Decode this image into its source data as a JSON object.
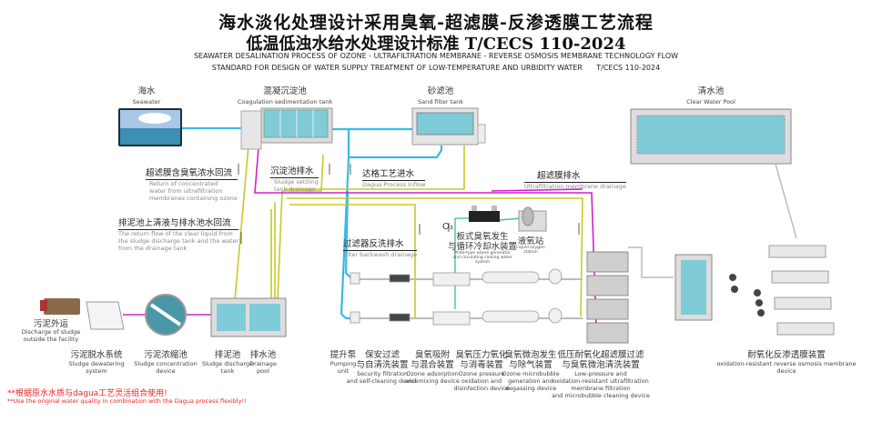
{
  "title": {
    "line1": "海水淡化处理设计采用臭氧-超滤膜-反渗透膜工艺流程",
    "line2": "低温低浊水给水处理设计标准 T/CECS 110-2024",
    "line3": "SEAWATER DESALINATION PROCESS OF OZONE - ULTRAFILTRATION MEMBRANE - REVERSE OSMOSIS MEMBRANE TECHNOLOGY FLOW",
    "line4": "STANDARD FOR DESIGN OF WATER SUPPLY TREATMENT OF LOW-TEMPERATURE AND URBIDITY WATER      T/CECS 110-2024"
  },
  "units": {
    "seawater": {
      "zh": "海水",
      "en": "Seawater"
    },
    "coagulation": {
      "zh": "混凝沉淀池",
      "en": "Coagulation sedimentation tank"
    },
    "sand_filter": {
      "zh": "砂滤池",
      "en": "Sand filter tank"
    },
    "clear_pool": {
      "zh": "清水池",
      "en": "Clear Water Pool"
    },
    "sludge_out": {
      "zh": "污泥外运",
      "en1": "Discharge of sludge",
      "en2": "outside the facility"
    },
    "ozone_gen": {
      "zh1": "板式臭氧发生",
      "zh2": "与循环冷却水装置",
      "en1": "Plate-type ozone generator",
      "en2": "and circulating cooling water",
      "en3": "system"
    },
    "lox": {
      "zh": "液氧站",
      "en1": "Liquid oxygen",
      "en2": "station"
    },
    "o3": "O₃"
  },
  "callouts": {
    "uf_return": {
      "zh": "超滤膜含臭氧浓水回流",
      "en1": "Return of concentrated",
      "en2": "water from ultrafiltration",
      "en3": "membranes containing ozone"
    },
    "settling_drain": {
      "zh": "沉淀池排水",
      "en1": "Sludge settling",
      "en2": "tank drainage"
    },
    "dagua_inflow": {
      "zh": "达格工艺进水",
      "en": "Dagua Process Inflow"
    },
    "sludge_return": {
      "zh": "排泥池上清液与排水池水回流",
      "en1": "The return flow of the clear liquid from",
      "en2": "the sludge discharge tank and the water",
      "en3": "from the drainage tank"
    },
    "uf_drain": {
      "zh": "超滤膜排水",
      "en": "Ultrafiltration membrane drainage"
    },
    "backwash": {
      "zh": "过滤器反洗排水",
      "en": "Filter backwash drainage"
    }
  },
  "bottom_labels": [
    {
      "zh": [
        "污泥脱水系统"
      ],
      "en": [
        "Sludge dewatering",
        "system"
      ]
    },
    {
      "zh": [
        "污泥浓缩池"
      ],
      "en": [
        "Sludge concentration",
        "device"
      ]
    },
    {
      "zh": [
        "排泥池"
      ],
      "en": [
        "Sludge discharge",
        "tank"
      ]
    },
    {
      "zh": [
        "排水池"
      ],
      "en": [
        "Drainage",
        "pool"
      ]
    },
    {
      "zh": [
        "提升泵"
      ],
      "en": [
        "Pumping",
        "unit"
      ]
    },
    {
      "zh": [
        "保安过滤",
        "与自清洗装置"
      ],
      "en": [
        "Security filtration",
        "and self-cleaning device"
      ]
    },
    {
      "zh": [
        "臭氧吸附",
        "与混合装置"
      ],
      "en": [
        "Ozone adsorption",
        "and mixing device"
      ]
    },
    {
      "zh": [
        "臭氧压力氧化",
        "与消毒装置"
      ],
      "en": [
        "Ozone pressure",
        "oxidation and",
        "disinfection device"
      ]
    },
    {
      "zh": [
        "臭氧微泡发生",
        "与除气装置"
      ],
      "en": [
        "Ozone microbubble",
        "generation and",
        "degassing device"
      ]
    },
    {
      "zh": [
        "低压耐氧化超滤膜过滤",
        "与臭氧微泡清洗装置"
      ],
      "en": [
        "Low-pressure and",
        "oxidation-resistant ultrafiltration",
        "membrane filtration",
        "and microbubble cleaning device"
      ]
    },
    {
      "zh": [
        "耐氧化反渗透膜装置"
      ],
      "en": [
        "oxidation-resistant reverse osmosis membrane",
        "device"
      ]
    }
  ],
  "notes": {
    "zh": "**根据原水水质与dagua工艺灵活组合使用!",
    "en": "**Use the original water quality in combination with the Dagua process flexibly!!"
  },
  "colors": {
    "water_pipe": "#3bb8e6",
    "drain_pipe": "#c8c82a",
    "return_pipe": "#d020c8",
    "ozone_pipe": "#4cc28f",
    "water": "#7fcbd8",
    "note": "#ee2222"
  }
}
